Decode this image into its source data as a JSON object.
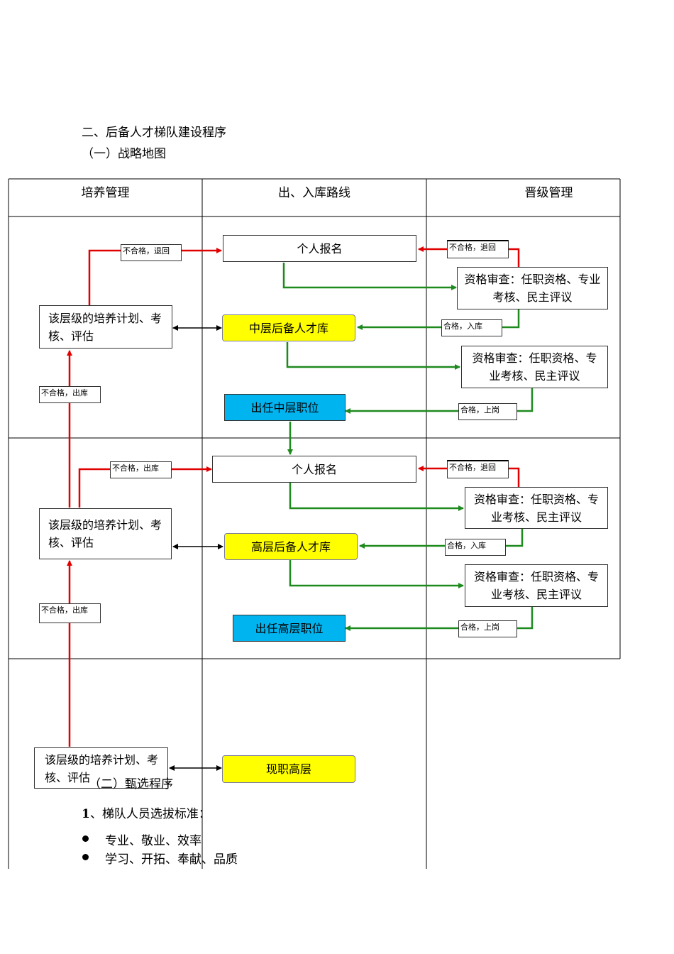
{
  "headings": {
    "section2": "二、后备人才梯队建设程序",
    "sub1": "（一）战略地图",
    "sub2": "（二）甄选程序",
    "criteria": "、梯队人员选拔标准：",
    "criteria_num": "1"
  },
  "columns": [
    "培养管理",
    "出、入库路线",
    "晋级管理"
  ],
  "boxes": {
    "apply": "个人报名",
    "review": "资格审查：任职资格、专业考核、民主评议",
    "train_plan": "该层级的培养计划、考核、评估",
    "mid_pool": "中层后备人才库",
    "mid_post": "出任中层职位",
    "high_pool": "高层后备人才库",
    "high_post": "出任高层职位",
    "current_high": "现职高层"
  },
  "tags": {
    "fail_return": "不合格，退回",
    "fail_exit": "不合格，出库",
    "pass_enter": "合格，入库",
    "pass_post": "合格，上岗"
  },
  "bullets": [
    "专业、敬业、效率",
    "学习、开拓、奉献、品质"
  ],
  "colors": {
    "red": "#e00000",
    "green": "#1e8a1e",
    "yellow": "#ffff00",
    "cyan": "#00b4f0"
  }
}
